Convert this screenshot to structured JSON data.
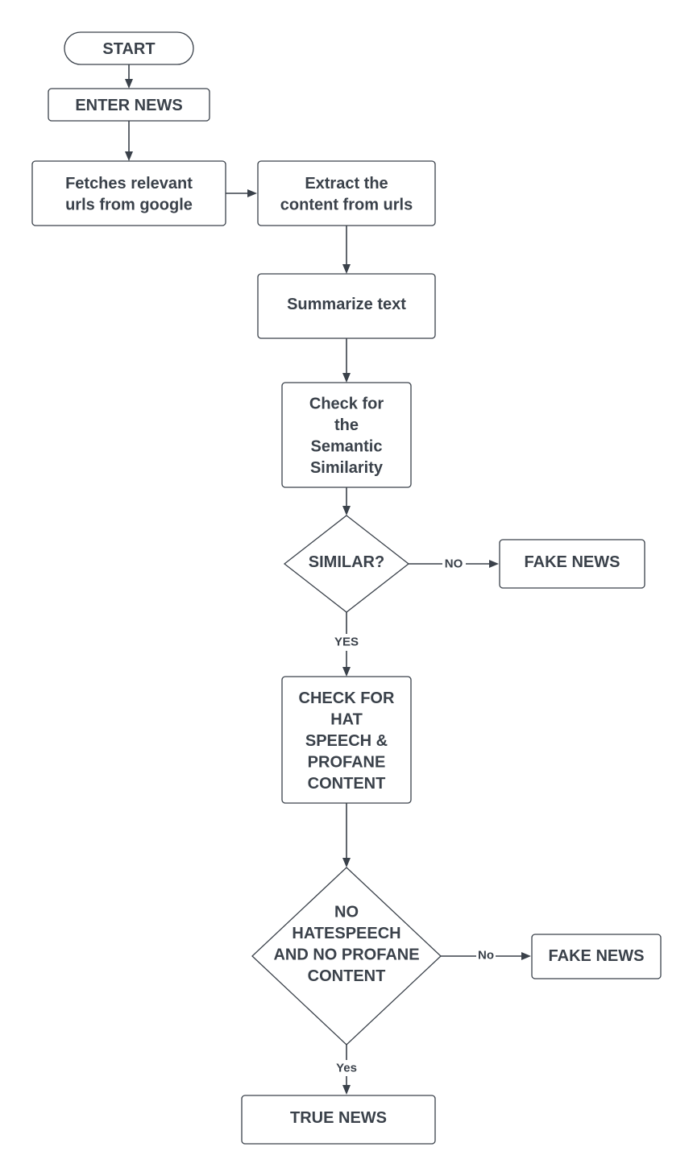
{
  "colors": {
    "stroke": "#3a414a",
    "text": "#3a414a",
    "fill": "#ffffff",
    "background": "#ffffff"
  },
  "nodes": {
    "start": {
      "lines": [
        "START"
      ]
    },
    "enter_news": {
      "lines": [
        "ENTER NEWS"
      ]
    },
    "fetch_urls": {
      "lines": [
        "Fetches relevant",
        "urls from google"
      ]
    },
    "extract_content": {
      "lines": [
        "Extract the",
        "content from urls"
      ]
    },
    "summarize": {
      "lines": [
        "Summarize text"
      ]
    },
    "semantic_check": {
      "lines": [
        "Check for",
        "the",
        "Semantic",
        "Similarity"
      ]
    },
    "similar_decision": {
      "lines": [
        "SIMILAR?"
      ]
    },
    "fake_news_1": {
      "lines": [
        "FAKE NEWS"
      ]
    },
    "hate_check": {
      "lines": [
        "CHECK FOR",
        "HAT",
        "SPEECH &",
        "PROFANE",
        "CONTENT"
      ]
    },
    "hate_decision": {
      "lines": [
        "NO",
        "HATESPEECH",
        "AND NO PROFANE",
        "CONTENT"
      ]
    },
    "fake_news_2": {
      "lines": [
        "FAKE NEWS"
      ]
    },
    "true_news": {
      "lines": [
        "TRUE NEWS"
      ]
    }
  },
  "edge_labels": {
    "similar_no": "NO",
    "similar_yes": "YES",
    "hate_no": "No",
    "hate_yes": "Yes"
  }
}
